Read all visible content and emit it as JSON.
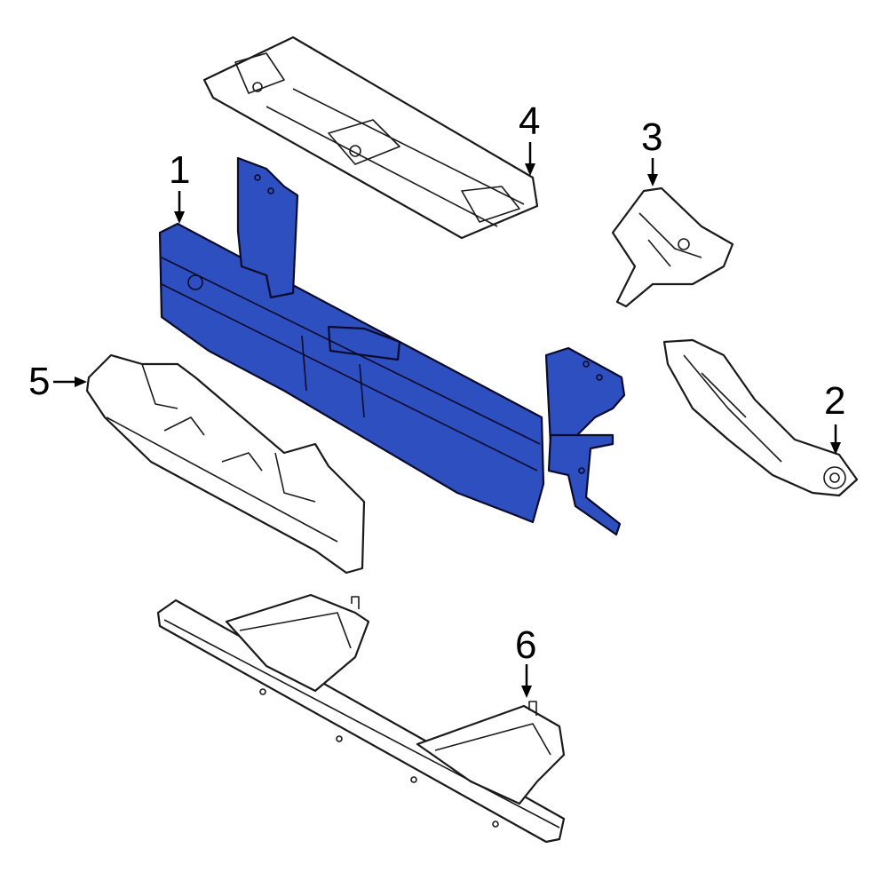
{
  "diagram": {
    "highlight_color": "#2e4fbf",
    "callouts": [
      {
        "id": "1",
        "label": "1",
        "part": "reinforcement-beam",
        "highlighted": true
      },
      {
        "id": "2",
        "label": "2",
        "part": "right-bracket",
        "highlighted": false
      },
      {
        "id": "3",
        "label": "3",
        "part": "left-bracket",
        "highlighted": false
      },
      {
        "id": "4",
        "label": "4",
        "part": "upper-cover-panel",
        "highlighted": false
      },
      {
        "id": "5",
        "label": "5",
        "part": "energy-absorber",
        "highlighted": false
      },
      {
        "id": "6",
        "label": "6",
        "part": "lower-support-bar",
        "highlighted": false
      }
    ]
  }
}
